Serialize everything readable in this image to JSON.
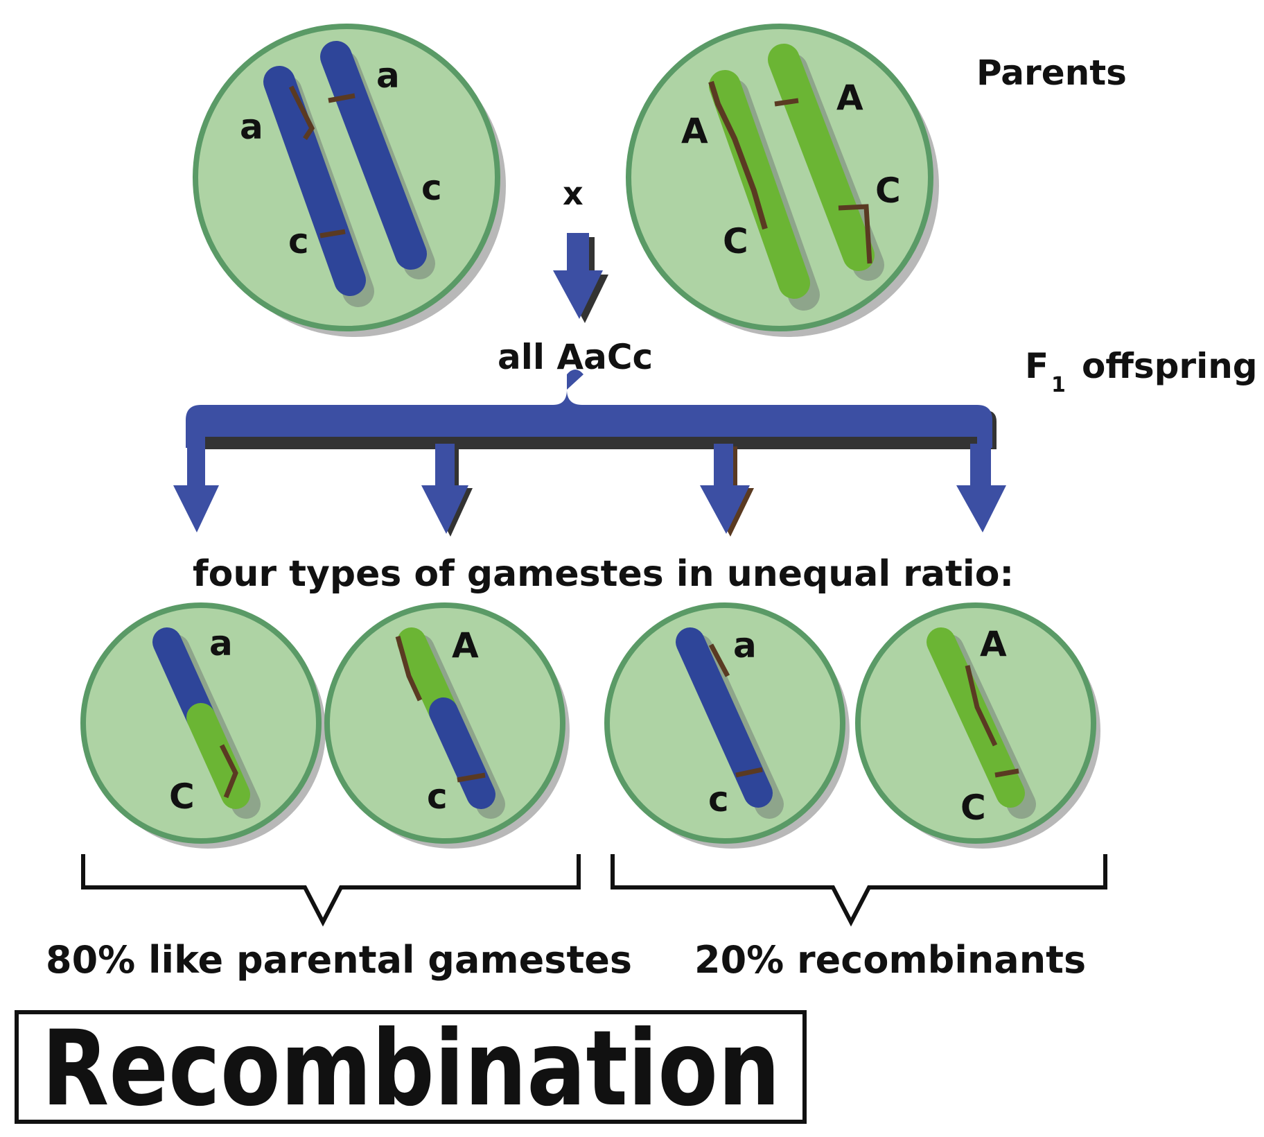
{
  "labels": {
    "parents": "Parents",
    "cross": "x",
    "f1_genotype": "all AaCc",
    "f1_prefix": "F",
    "f1_subscript": "1",
    "f1_suffix": "offspring",
    "gametes_heading": "four types of gamestes in unequal ratio:",
    "parental_group": "80% like parental gamestes",
    "recombinant_group": "20% recombinants",
    "title": "Recombination"
  },
  "parent_left": {
    "allele_top_1": "a",
    "allele_top_2": "a",
    "allele_bottom_1": "c",
    "allele_bottom_2": "c"
  },
  "parent_right": {
    "allele_top_1": "A",
    "allele_top_2": "A",
    "allele_bottom_1": "C",
    "allele_bottom_2": "C"
  },
  "gametes": [
    {
      "top": "a",
      "bottom": "C"
    },
    {
      "top": "A",
      "bottom": "c"
    },
    {
      "top": "a",
      "bottom": "c"
    },
    {
      "top": "A",
      "bottom": "C"
    }
  ],
  "colors": {
    "cell_fill": "#aed3a4",
    "cell_border": "#5a9a66",
    "shadow": "#b8b8b8",
    "blue_chromosome": "#2e4599",
    "green_chromosome": "#6bb534",
    "gene_mark": "#5a3a22",
    "arrow": "#3c4fa3",
    "text": "#111111"
  }
}
